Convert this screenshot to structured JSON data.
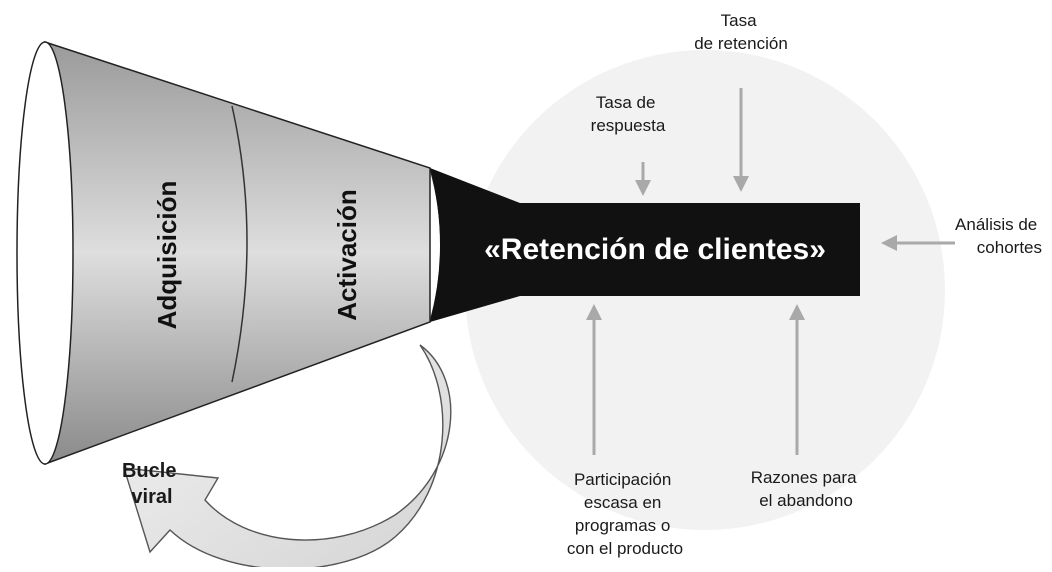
{
  "diagram": {
    "stages": {
      "acquisition": "Adquisición",
      "activation": "Activación"
    },
    "main_bar": "«Retención de clientes»",
    "viral_loop": [
      "Bucle",
      "viral"
    ],
    "inputs": {
      "retention_rate": [
        "Tasa",
        "de retención"
      ],
      "response_rate": [
        "Tasa de",
        "respuesta"
      ],
      "cohort_analysis": [
        "Análisis de",
        "cohortes"
      ],
      "low_participation": [
        "Participación",
        "escasa en",
        "programas o",
        "con el producto"
      ],
      "churn_reasons": [
        "Razones para",
        "el abandono"
      ]
    },
    "colors": {
      "funnel_light": "#d9d9d9",
      "funnel_dark": "#8f8f8f",
      "bar": "#111111",
      "arrow": "#a9a9a9",
      "backdrop_circle": "#f1f1f1"
    }
  }
}
